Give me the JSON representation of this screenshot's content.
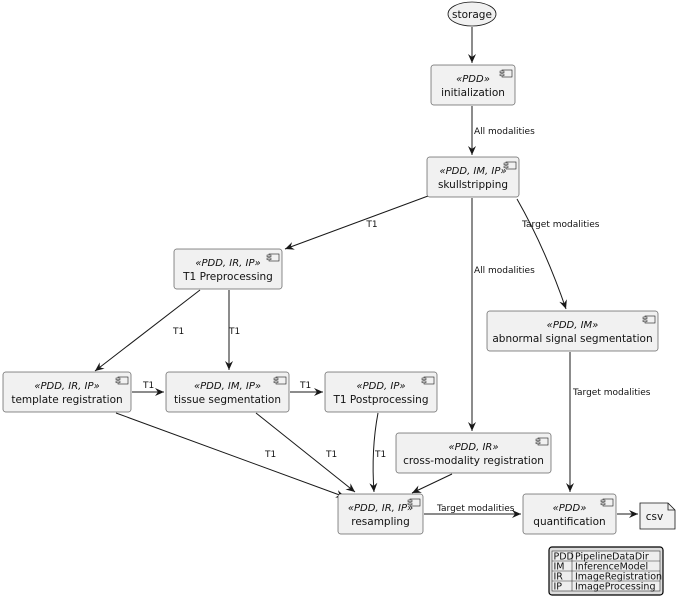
{
  "diagram": {
    "nodes": [
      {
        "id": "storage",
        "shape": "ellipse",
        "label": "storage"
      },
      {
        "id": "init",
        "shape": "component",
        "stereo": "«PDD»",
        "label": "initialization"
      },
      {
        "id": "skull",
        "shape": "component",
        "stereo": "«PDD, IM, IP»",
        "label": "skullstripping"
      },
      {
        "id": "t1pre",
        "shape": "component",
        "stereo": "«PDD, IR, IP»",
        "label": "T1 Preprocessing"
      },
      {
        "id": "abn",
        "shape": "component",
        "stereo": "«PDD, IM»",
        "label": "abnormal signal segmentation"
      },
      {
        "id": "treg",
        "shape": "component",
        "stereo": "«PDD, IR, IP»",
        "label": "template registration"
      },
      {
        "id": "tseg",
        "shape": "component",
        "stereo": "«PDD, IM, IP»",
        "label": "tissue segmentation"
      },
      {
        "id": "t1post",
        "shape": "component",
        "stereo": "«PDD, IP»",
        "label": "T1 Postprocessing"
      },
      {
        "id": "xreg",
        "shape": "component",
        "stereo": "«PDD, IR»",
        "label": "cross-modality registration"
      },
      {
        "id": "resamp",
        "shape": "component",
        "stereo": "«PDD, IR, IP»",
        "label": "resampling"
      },
      {
        "id": "quant",
        "shape": "component",
        "stereo": "«PDD»",
        "label": "quantification"
      },
      {
        "id": "csv",
        "shape": "file",
        "label": "csv"
      }
    ],
    "edges": [
      {
        "from": "storage",
        "to": "init",
        "label": ""
      },
      {
        "from": "init",
        "to": "skull",
        "label": "All modalities"
      },
      {
        "from": "skull",
        "to": "t1pre",
        "label": "T1"
      },
      {
        "from": "skull",
        "to": "xreg",
        "label": "All modalities"
      },
      {
        "from": "skull",
        "to": "abn",
        "label": "Target modalities"
      },
      {
        "from": "t1pre",
        "to": "treg",
        "label": "T1"
      },
      {
        "from": "t1pre",
        "to": "tseg",
        "label": "T1"
      },
      {
        "from": "treg",
        "to": "tseg",
        "label": "T1"
      },
      {
        "from": "tseg",
        "to": "t1post",
        "label": "T1"
      },
      {
        "from": "treg",
        "to": "resamp",
        "label": "T1"
      },
      {
        "from": "tseg",
        "to": "resamp",
        "label": "T1"
      },
      {
        "from": "t1post",
        "to": "resamp",
        "label": "T1"
      },
      {
        "from": "xreg",
        "to": "resamp",
        "label": ""
      },
      {
        "from": "abn",
        "to": "quant",
        "label": "Target modalities"
      },
      {
        "from": "resamp",
        "to": "quant",
        "label": "Target modalities"
      },
      {
        "from": "quant",
        "to": "csv",
        "label": ""
      }
    ],
    "legend": [
      {
        "abbr": "PDD",
        "full": "PipelineDataDir"
      },
      {
        "abbr": "IM",
        "full": "InferenceModel"
      },
      {
        "abbr": "IR",
        "full": "ImageRegistration"
      },
      {
        "abbr": "IP",
        "full": "ImageProcessing"
      }
    ],
    "colors": {
      "node_fill": "#f1f1f1",
      "node_stroke": "#181818",
      "edge": "#181818",
      "background": "#ffffff"
    }
  }
}
